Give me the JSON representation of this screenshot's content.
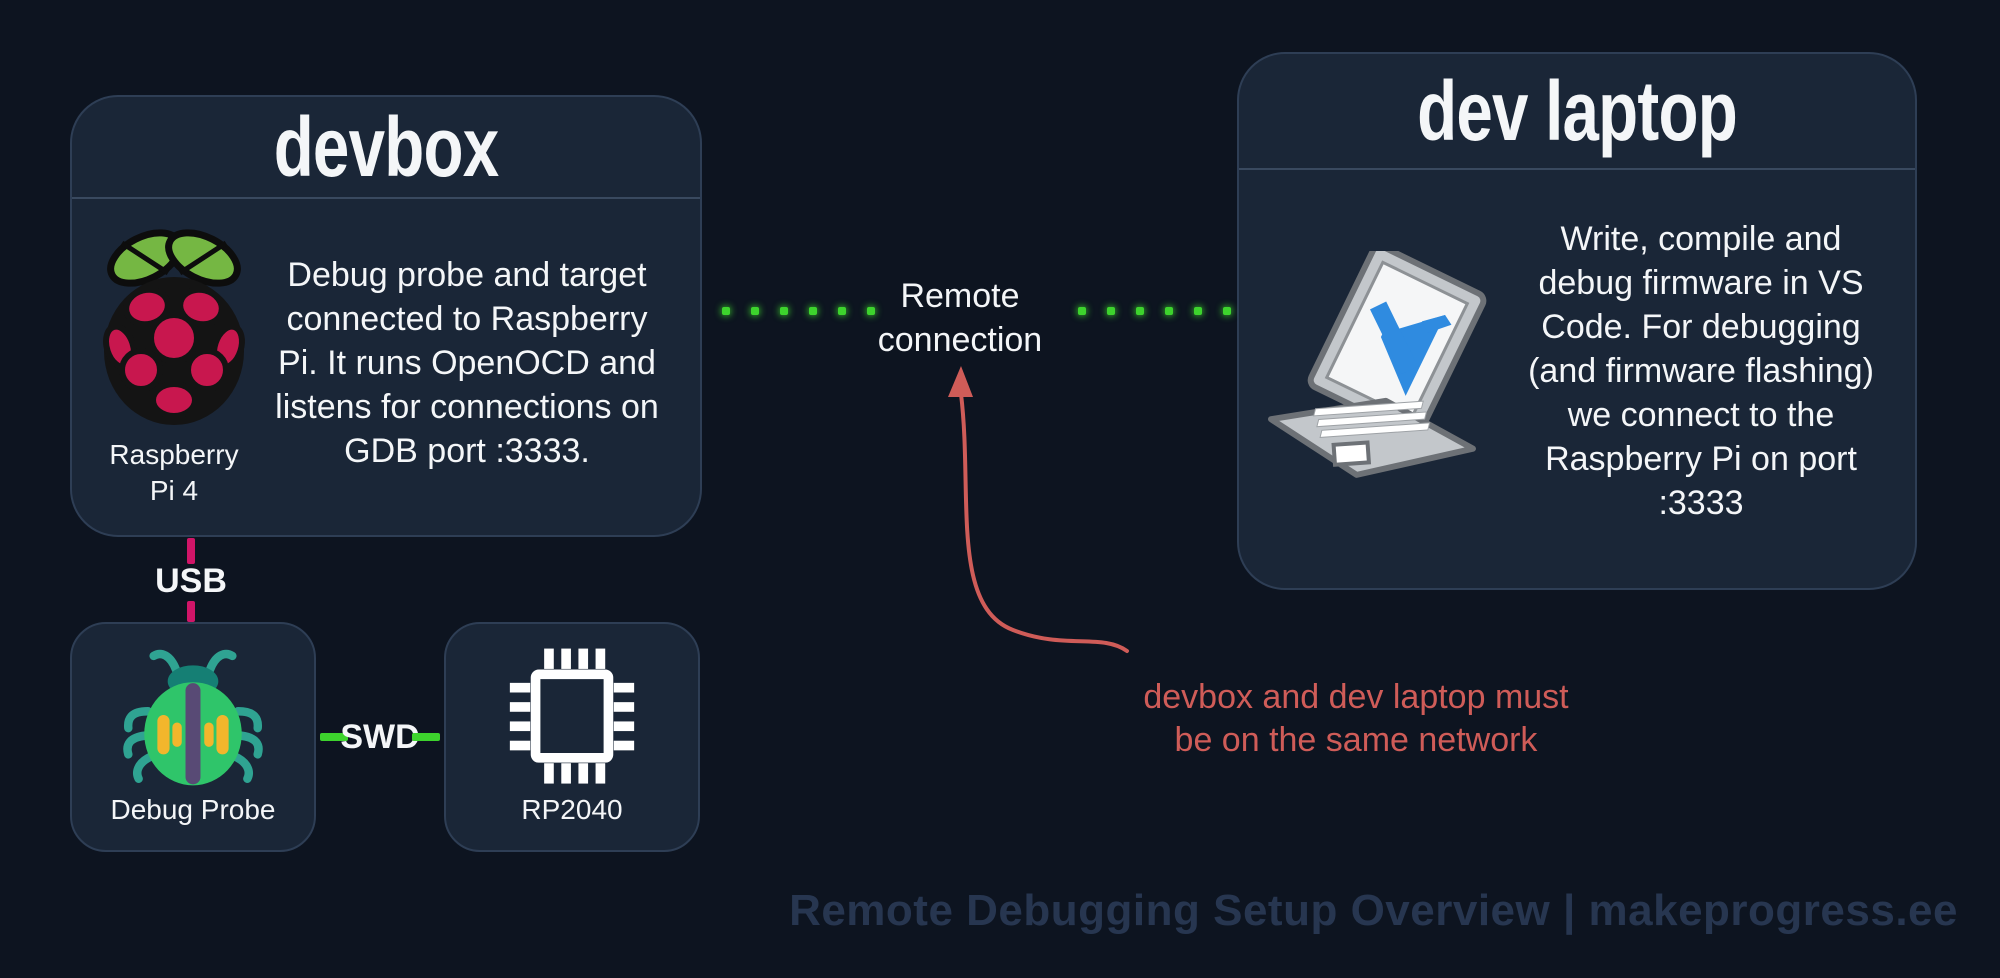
{
  "diagram": {
    "background": "#0d1420",
    "card_fill": "#1a2637",
    "card_border": "#2e3e55",
    "footer": {
      "text": "Remote Debugging Setup Overview | makeprogress.ee",
      "color": "#273650"
    }
  },
  "devbox": {
    "title": "devbox",
    "device_label_lines": [
      "Raspberry",
      "Pi 4"
    ],
    "description_lines": [
      "Debug probe and target",
      "connected to Raspberry",
      "Pi. It runs OpenOCD and",
      "listens for connections on",
      "GDB port :3333."
    ]
  },
  "dev_laptop": {
    "title": "dev laptop",
    "description_lines": [
      "Write, compile and",
      "debug firmware in VS",
      "Code. For debugging",
      "(and firmware flashing)",
      "we connect to the",
      "Raspberry Pi on port",
      ":3333"
    ]
  },
  "debug_probe": {
    "label": "Debug Probe"
  },
  "rp2040": {
    "label": "RP2040"
  },
  "links": {
    "usb": {
      "label": "USB",
      "color": "#d11568"
    },
    "swd": {
      "label": "SWD",
      "color": "#3dd32d"
    },
    "remote": {
      "label_lines": [
        "Remote",
        "connection"
      ],
      "dot_color": "#3dd32d"
    }
  },
  "note": {
    "lines": [
      "devbox and dev laptop must",
      "be on the same network"
    ],
    "color": "#cf5c58"
  }
}
